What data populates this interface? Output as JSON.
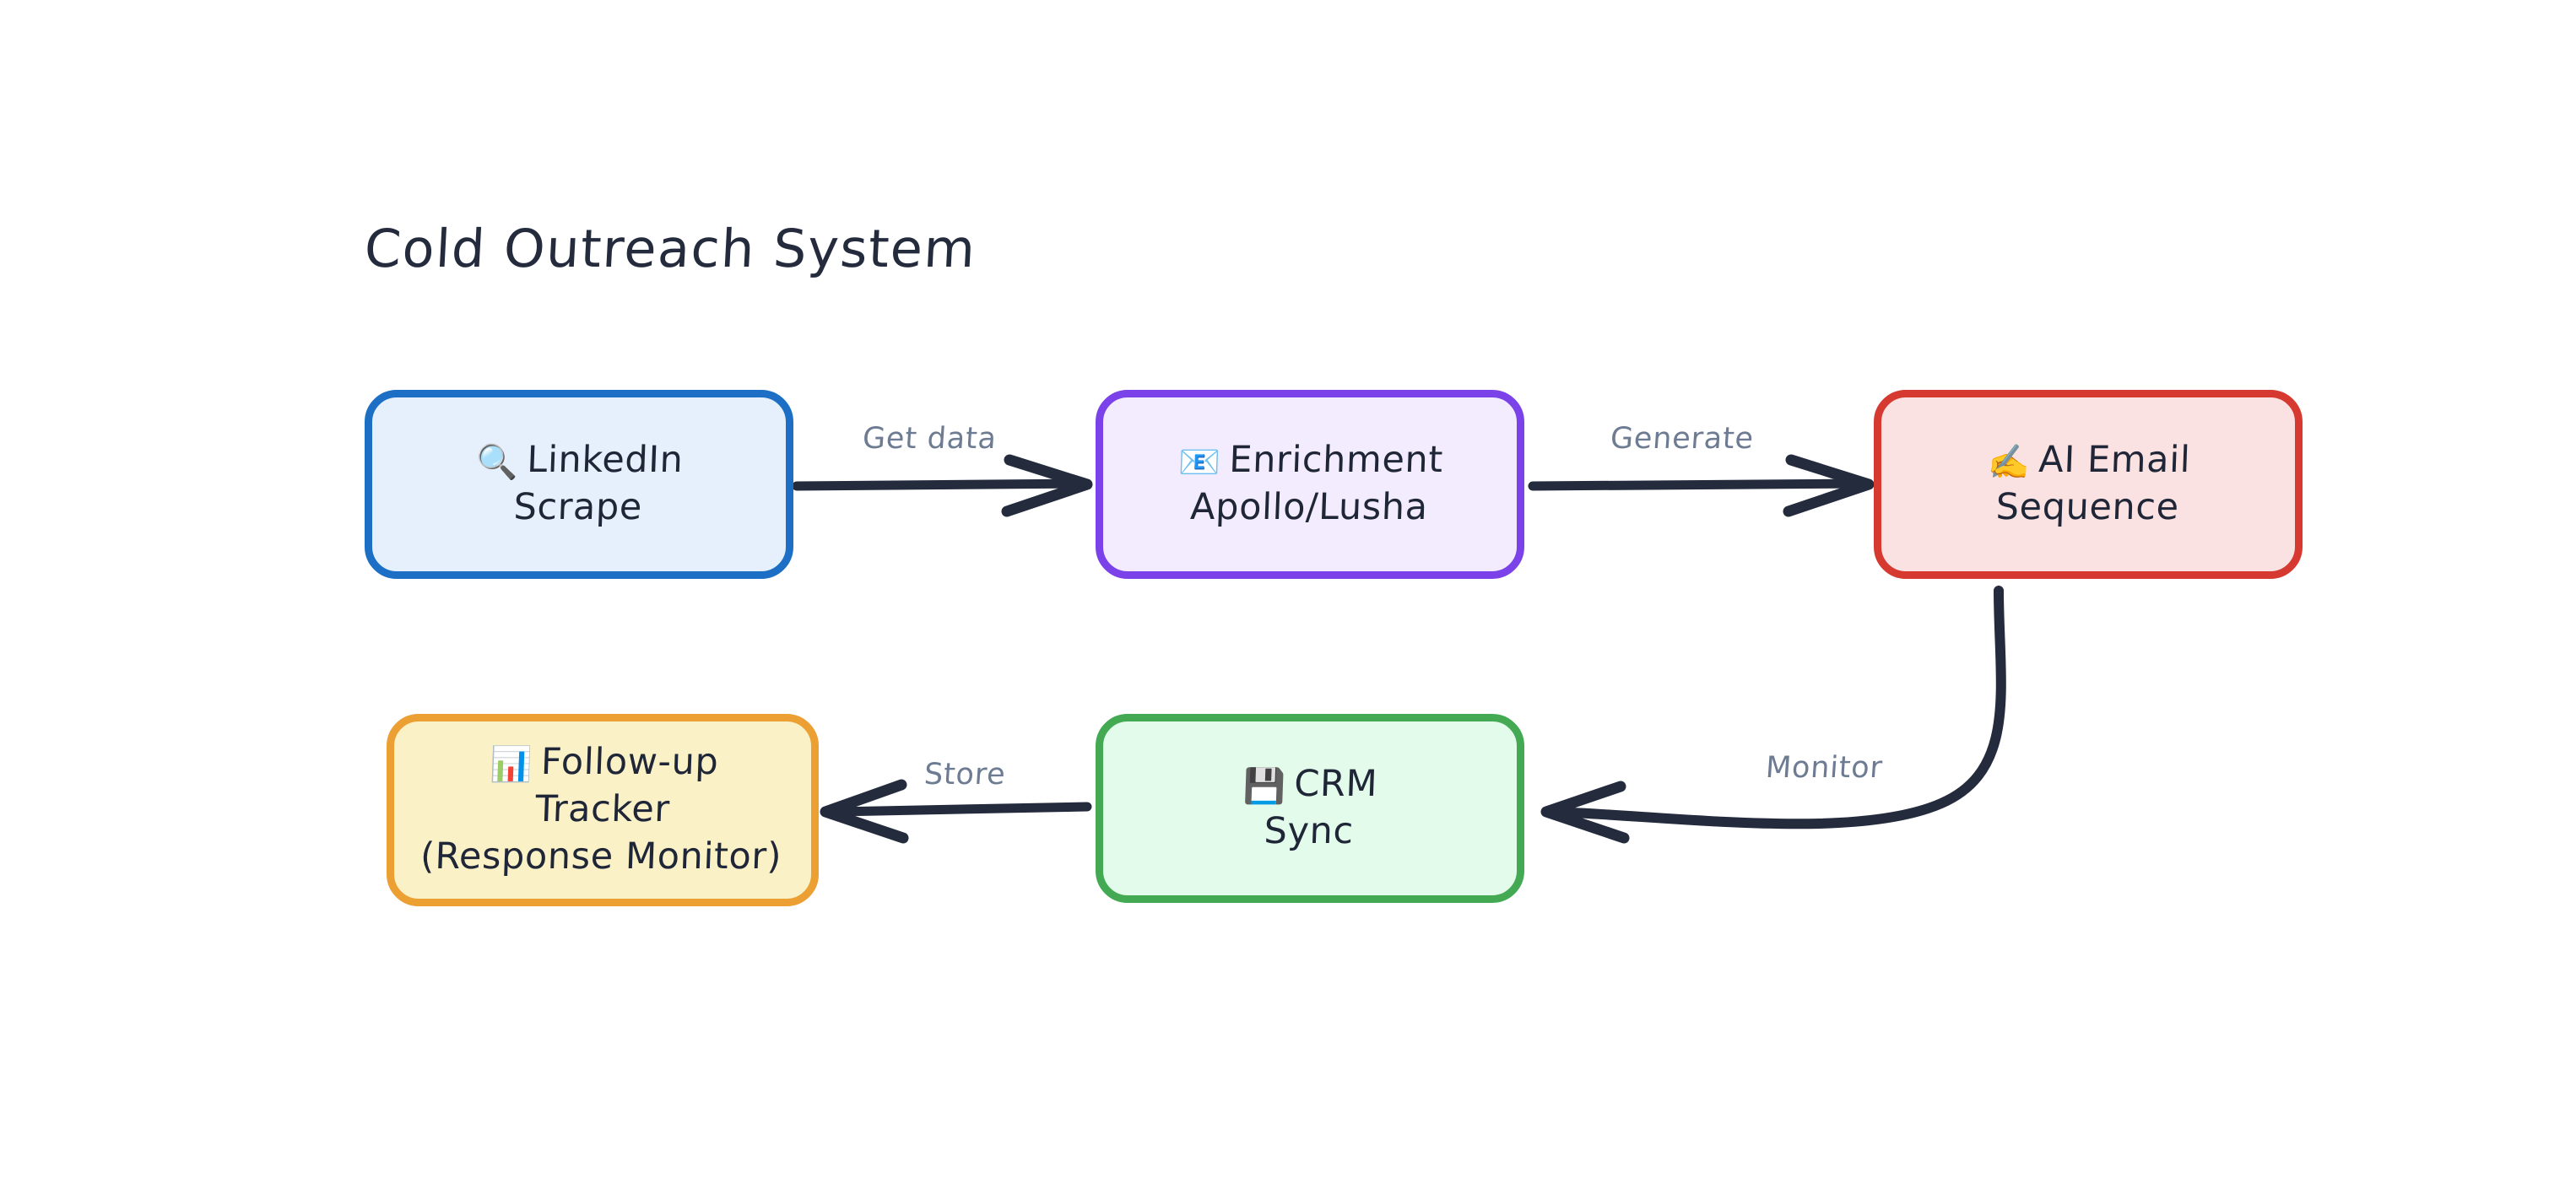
{
  "diagram": {
    "title": "Cold Outreach System",
    "background_color": "#ffffff",
    "text_color": "#1f2637",
    "edge_stroke_color": "#242b3d",
    "edge_label_color": "#6d7c92"
  },
  "nodes": [
    {
      "id": "linkedin-scrape",
      "emoji": "🔍",
      "icon_name": "magnifying-glass-icon",
      "label": "LinkedIn\nScrape",
      "border_color": "#1c6fc4",
      "fill_color": "#e5f0fc"
    },
    {
      "id": "enrichment",
      "emoji": "📧",
      "icon_name": "email-envelope-icon",
      "label": "Enrichment\nApollo/Lusha",
      "border_color": "#7a42e8",
      "fill_color": "#f3ecfe"
    },
    {
      "id": "ai-email-sequence",
      "emoji": "✍️",
      "icon_name": "writing-hand-icon",
      "label": "AI Email\nSequence",
      "border_color": "#d6392f",
      "fill_color": "#fbe2e2"
    },
    {
      "id": "followup-tracker",
      "emoji": "📊",
      "icon_name": "bar-chart-icon",
      "label": "Follow-up\nTracker\n(Response Monitor)",
      "border_color": "#eca033",
      "fill_color": "#fbf1c6"
    },
    {
      "id": "crm-sync",
      "emoji": "💾",
      "icon_name": "floppy-disk-icon",
      "label": "CRM\nSync",
      "border_color": "#43a953",
      "fill_color": "#e3fbea"
    }
  ],
  "edges": [
    {
      "id": "get-data",
      "label": "Get data",
      "from": "linkedin-scrape",
      "to": "enrichment",
      "direction": "right"
    },
    {
      "id": "generate",
      "label": "Generate",
      "from": "enrichment",
      "to": "ai-email-sequence",
      "direction": "right"
    },
    {
      "id": "monitor",
      "label": "Monitor",
      "from": "ai-email-sequence",
      "to": "crm-sync",
      "direction": "curved-left"
    },
    {
      "id": "store",
      "label": "Store",
      "from": "crm-sync",
      "to": "followup-tracker",
      "direction": "left"
    }
  ]
}
